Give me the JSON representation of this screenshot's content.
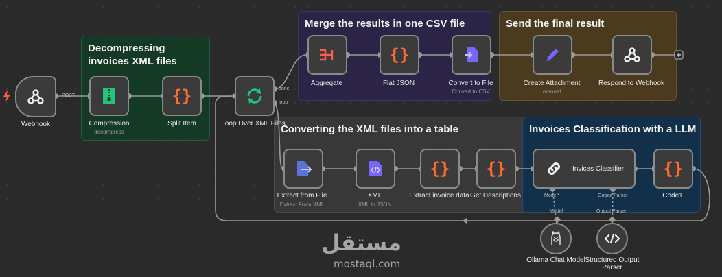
{
  "stickies": {
    "decompress": "Decompressing invoices XML files",
    "merge": "Merge the results in one CSV file",
    "send": "Send the final result",
    "convert": "Converting the XML files into a table",
    "classify": "Invoices Classification with a LLM"
  },
  "nodes": {
    "webhook": {
      "label": "Webhook"
    },
    "compression": {
      "label": "Compression",
      "sub": "decompress"
    },
    "split": {
      "label": "Split Item"
    },
    "loop": {
      "label": "Loop Over XML Files"
    },
    "aggregate": {
      "label": "Aggregate"
    },
    "flatjson": {
      "label": "Flat JSON"
    },
    "convertfile": {
      "label": "Convert to File",
      "sub": "Convert to CSV"
    },
    "attachment": {
      "label": "Create Attachment",
      "sub": "manual"
    },
    "respond": {
      "label": "Respond to Webhook"
    },
    "extract": {
      "label": "Extract from File",
      "sub": "Extract From XML"
    },
    "xml": {
      "label": "XML",
      "sub": "XML to JSON"
    },
    "invoicedata": {
      "label": "Extract invoice data"
    },
    "descriptions": {
      "label": "Get Descriptions"
    },
    "classifier": {
      "label": "Invices Classifier"
    },
    "code1": {
      "label": "Code1"
    },
    "ollama": {
      "label": "Ollama Chat Model"
    },
    "parser": {
      "label": "Structured Output Parser"
    }
  },
  "edges": {
    "post": "POST",
    "done": "done",
    "loop": "loop",
    "model_handle": "Model*",
    "parser_handle": "Output Parser",
    "model_port": "Model",
    "parser_port": "Output Parser"
  },
  "watermark": {
    "arabic": "مستقل",
    "latin": "mostaql.com"
  },
  "colors": {
    "sticky_green": "#143a26",
    "sticky_purple": "#2b2446",
    "sticky_brown": "#4a3a1e",
    "sticky_gray": "#383838",
    "sticky_blue": "#13304a",
    "orange": "#ff6d2e",
    "violet": "#7a64ff",
    "teal": "#21c57a"
  }
}
